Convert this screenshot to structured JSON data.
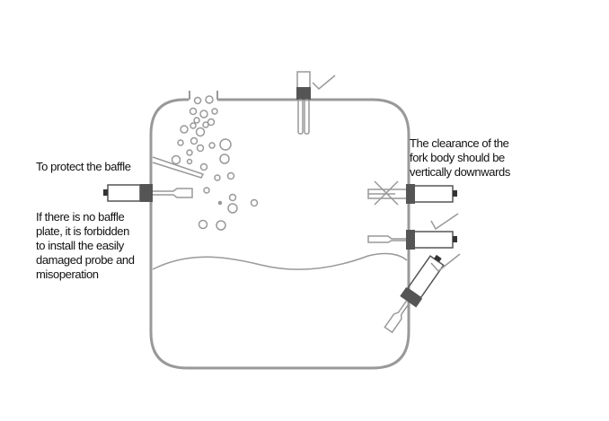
{
  "labels": {
    "baffle": "To protect the baffle",
    "no_baffle": [
      "If there is no baffle",
      "plate, it is forbidden",
      "to install the easily",
      "damaged probe and",
      "misoperation"
    ],
    "clearance": [
      "The clearance of the",
      "fork body should be",
      "vertically downwards"
    ]
  },
  "colors": {
    "line": "#8a8a8a",
    "dark": "#333333",
    "text": "#111111"
  }
}
